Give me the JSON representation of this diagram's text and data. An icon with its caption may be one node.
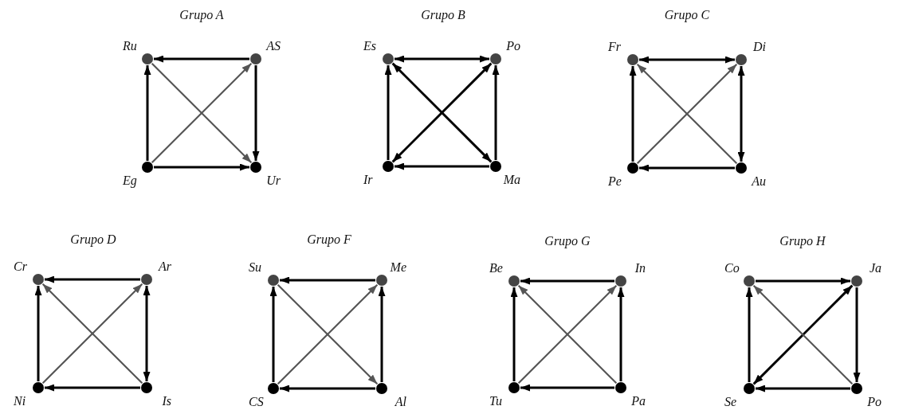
{
  "diagram": {
    "nodes": [
      {
        "text": [
          "Ru"
        ]
      },
      {
        "text": [
          "AS"
        ]
      },
      {
        "text": [
          "Eg"
        ]
      },
      {
        "text": [
          "Ur"
        ]
      },
      {
        "text": [
          "Es"
        ]
      },
      {
        "text": [
          "Po"
        ]
      },
      {
        "text": [
          "Ir"
        ]
      },
      {
        "text": [
          "Ma"
        ]
      },
      {
        "text": [
          "Fr"
        ]
      },
      {
        "text": [
          "Di"
        ]
      },
      {
        "text": [
          "Pe"
        ]
      },
      {
        "text": [
          "Au"
        ]
      },
      {
        "text": [
          "Cr"
        ]
      },
      {
        "text": [
          "Ar"
        ]
      },
      {
        "text": [
          "Ni"
        ]
      },
      {
        "text": [
          "Is"
        ]
      },
      {
        "text": [
          "Su"
        ]
      },
      {
        "text": [
          "Me"
        ]
      },
      {
        "text": [
          "CS"
        ]
      },
      {
        "text": [
          "Al"
        ]
      },
      {
        "text": [
          "Be"
        ]
      },
      {
        "text": [
          "In"
        ]
      },
      {
        "text": [
          "Tu"
        ]
      },
      {
        "text": [
          "Pa"
        ]
      },
      {
        "text": [
          "Co"
        ]
      },
      {
        "text": [
          "Ja"
        ]
      },
      {
        "text": [
          "Se"
        ]
      },
      {
        "text": [
          "Po"
        ]
      }
    ],
    "edges": [
      {
        "from": 1,
        "to": 0,
        "arrow": "to"
      },
      {
        "from": 2,
        "to": 0,
        "arrow": "to"
      },
      {
        "from": 1,
        "to": 3,
        "arrow": "to"
      },
      {
        "from": 2,
        "to": 3,
        "arrow": "to"
      },
      {
        "from": 2,
        "to": 1,
        "arrow": "to",
        "color": "#555555"
      },
      {
        "from": 0,
        "to": 3,
        "arrow": "to",
        "color": "#555555"
      },
      {
        "from": 4,
        "to": 5,
        "arrow": "both"
      },
      {
        "from": 6,
        "to": 4,
        "arrow": "to"
      },
      {
        "from": 7,
        "to": 5,
        "arrow": "to"
      },
      {
        "from": 7,
        "to": 6,
        "arrow": "to"
      },
      {
        "from": 6,
        "to": 5,
        "arrow": "both"
      },
      {
        "from": 4,
        "to": 7,
        "arrow": "both"
      },
      {
        "from": 8,
        "to": 9,
        "arrow": "both"
      },
      {
        "from": 10,
        "to": 8,
        "arrow": "to"
      },
      {
        "from": 9,
        "to": 11,
        "arrow": "both"
      },
      {
        "from": 11,
        "to": 10,
        "arrow": "to"
      },
      {
        "from": 10,
        "to": 9,
        "arrow": "to",
        "color": "#555555"
      },
      {
        "from": 11,
        "to": 8,
        "arrow": "to",
        "color": "#555555"
      },
      {
        "from": 13,
        "to": 12,
        "arrow": "to"
      },
      {
        "from": 14,
        "to": 12,
        "arrow": "to"
      },
      {
        "from": 13,
        "to": 15,
        "arrow": "both"
      },
      {
        "from": 15,
        "to": 14,
        "arrow": "to"
      },
      {
        "from": 14,
        "to": 13,
        "arrow": "to",
        "color": "#555555"
      },
      {
        "from": 15,
        "to": 12,
        "arrow": "to",
        "color": "#555555"
      },
      {
        "from": 17,
        "to": 16,
        "arrow": "to"
      },
      {
        "from": 18,
        "to": 16,
        "arrow": "to"
      },
      {
        "from": 19,
        "to": 17,
        "arrow": "to"
      },
      {
        "from": 19,
        "to": 18,
        "arrow": "to"
      },
      {
        "from": 18,
        "to": 17,
        "arrow": "to",
        "color": "#555555"
      },
      {
        "from": 16,
        "to": 19,
        "arrow": "to",
        "color": "#555555"
      },
      {
        "from": 21,
        "to": 20,
        "arrow": "to"
      },
      {
        "from": 22,
        "to": 20,
        "arrow": "to"
      },
      {
        "from": 23,
        "to": 21,
        "arrow": "to"
      },
      {
        "from": 23,
        "to": 22,
        "arrow": "to"
      },
      {
        "from": 22,
        "to": 21,
        "arrow": "to",
        "color": "#555555"
      },
      {
        "from": 23,
        "to": 20,
        "arrow": "to",
        "color": "#555555"
      },
      {
        "from": 24,
        "to": 25,
        "arrow": "to"
      },
      {
        "from": 26,
        "to": 24,
        "arrow": "to"
      },
      {
        "from": 25,
        "to": 27,
        "arrow": "to"
      },
      {
        "from": 27,
        "to": 26,
        "arrow": "to"
      },
      {
        "from": 25,
        "to": 26,
        "arrow": "both"
      },
      {
        "from": 27,
        "to": 24,
        "arrow": "to",
        "color": "#555555"
      }
    ],
    "labels": [
      "Grupo A",
      "Grupo B",
      "Grupo C",
      "Grupo D",
      "Grupo F",
      "Grupo G",
      "Grupo H"
    ]
  }
}
